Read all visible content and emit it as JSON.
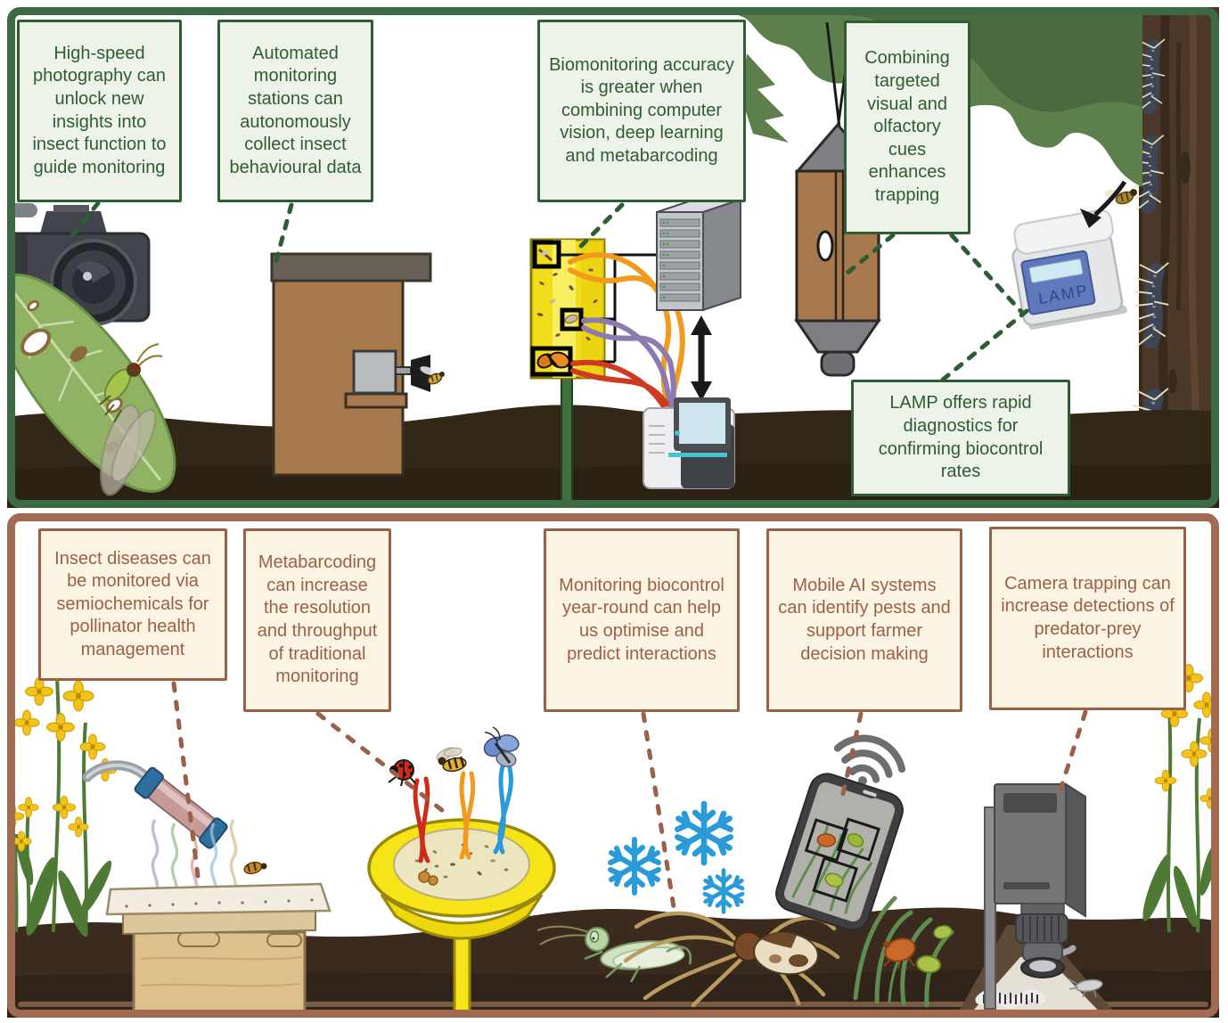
{
  "top_panel": {
    "border_color": "#3c6a41",
    "text_color": "#2e5c33",
    "box_fill": "#eef3e9",
    "boxes": [
      {
        "text": "High-speed photography can unlock new insights into insect function to guide monitoring"
      },
      {
        "text": "Automated monitoring stations can autonomously collect insect behavioural data"
      },
      {
        "text": "Biomonitoring accuracy is greater when combining computer vision, deep learning and metabarcoding"
      },
      {
        "text": "Combining targeted visual and olfactory cues enhances trapping"
      },
      {
        "text": "LAMP offers rapid diagnostics for confirming biocontrol rates"
      }
    ],
    "lamp_device_label": "LAMP"
  },
  "bottom_panel": {
    "border_color": "#a06b52",
    "text_color": "#9b6148",
    "box_fill": "#fbf4e3",
    "boxes": [
      {
        "text": "Insect diseases can be monitored via semiochemicals for pollinator health management"
      },
      {
        "text": "Metabarcoding can increase the resolution and throughput of traditional monitoring"
      },
      {
        "text": "Monitoring biocontrol year-round can help us optimise and predict interactions"
      },
      {
        "text": "Mobile AI systems can identify pests and support farmer decision making"
      },
      {
        "text": "Camera trapping can increase detections of predator-prey interactions"
      }
    ]
  },
  "colors": {
    "soil_top": "#332718",
    "soil_bottom": "#3a2b1e",
    "sticky_trap_yellow": "#f2dd1c",
    "pan_trap_yellow": "#f6e419",
    "snowflake_blue": "#2a9ad9",
    "foliage_green": "#5d7f4c"
  }
}
